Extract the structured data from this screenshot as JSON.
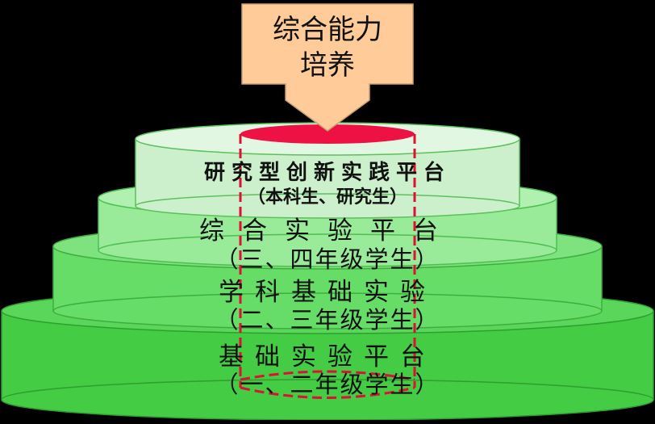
{
  "top_box": {
    "line1": "综合能力",
    "line2": "培养"
  },
  "tiers": [
    {
      "title": "研究型创新实践平台",
      "subtitle": "（本科生、研究生）"
    },
    {
      "title": "综合实验平台",
      "subtitle": "（三、四年级学生）"
    },
    {
      "title": "学科基础实验",
      "subtitle": "（二、三年级学生）"
    },
    {
      "title": "基础实验平台",
      "subtitle": "（一、二年级学生）"
    }
  ],
  "colors": {
    "background": "#000000",
    "box_fill": "#ffcc99",
    "box_stroke": "#c8a070",
    "tier_top": "#ccf0cc",
    "tier_2": "#99ea99",
    "tier_3": "#66dd66",
    "tier_bottom": "#44cc44",
    "core_red": "#ee1144",
    "dash_red": "#dd1133",
    "text": "#111111"
  }
}
